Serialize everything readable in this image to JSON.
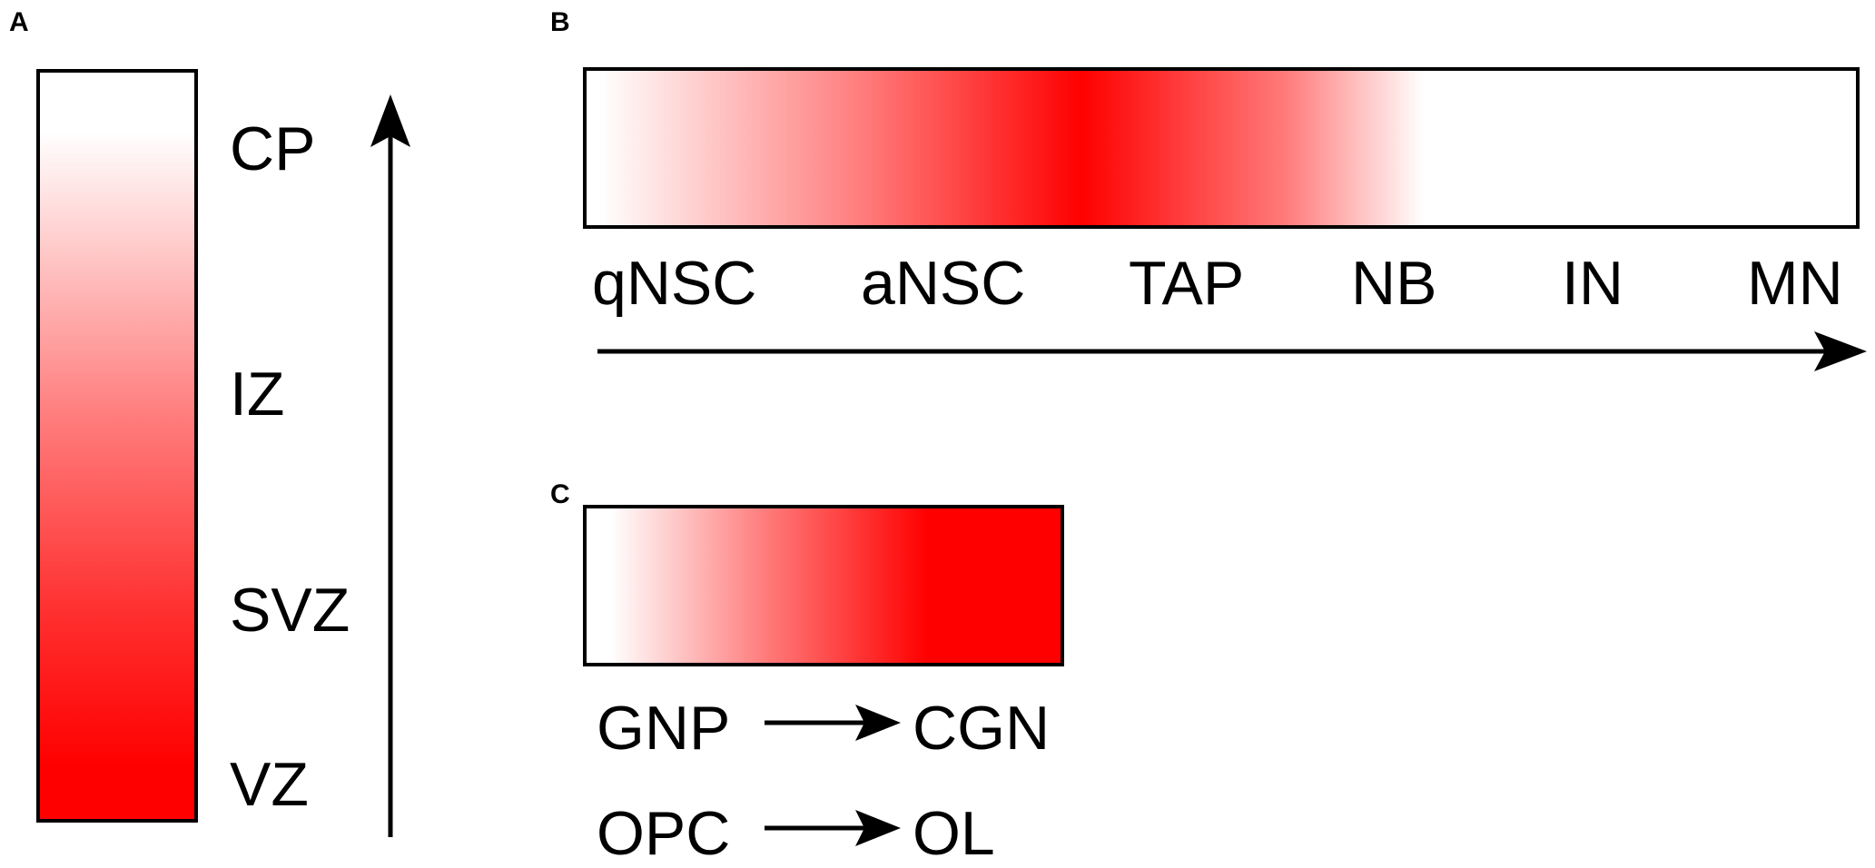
{
  "panels": {
    "a": {
      "letter": "A",
      "labels": [
        "CP",
        "IZ",
        "SVZ",
        "VZ"
      ]
    },
    "b": {
      "letter": "B",
      "labels": [
        "qNSC",
        "aNSC",
        "TAP",
        "NB",
        "IN",
        "MN"
      ]
    },
    "c": {
      "letter": "C",
      "rows": [
        {
          "from": "GNP",
          "to": "CGN"
        },
        {
          "from": "OPC",
          "to": "OL"
        }
      ]
    }
  },
  "colors": {
    "gradient_high": "#ff0000",
    "gradient_low": "#ffffff",
    "stroke": "#000000"
  }
}
